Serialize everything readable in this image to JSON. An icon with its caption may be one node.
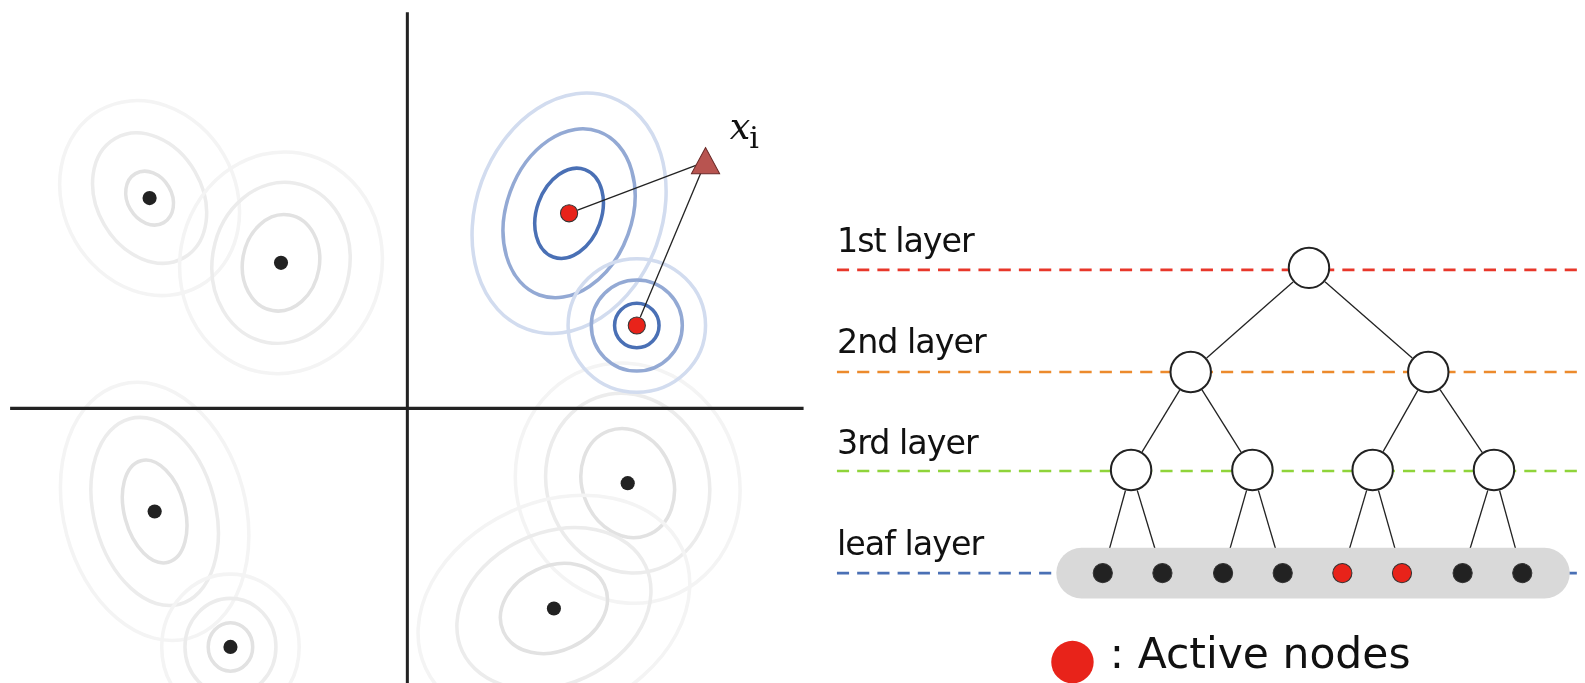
{
  "diagram": {
    "nodes": [
      {
        "text": [],
        "shape": "triangle",
        "beside": [
          "*x*$_{i}$"
        ]
      },
      {
        "text": [],
        "shape": "circle"
      },
      {
        "text": [],
        "shape": "circle"
      },
      {
        "text": [],
        "shape": "circle"
      },
      {
        "text": [],
        "shape": "circle"
      },
      {
        "text": [],
        "shape": "circle"
      },
      {
        "text": [],
        "shape": "circle"
      },
      {
        "text": [],
        "shape": "circle"
      },
      {
        "text": [],
        "shape": "circle"
      },
      {
        "text": [],
        "shape": "circle"
      },
      {
        "text": [],
        "shape": "bar"
      },
      {
        "text": [],
        "shape": "circle",
        "in": 10
      },
      {
        "text": [],
        "shape": "circle",
        "in": 10
      },
      {
        "text": [],
        "shape": "circle",
        "in": 10
      },
      {
        "text": [],
        "shape": "circle",
        "in": 10
      },
      {
        "text": [],
        "shape": "circle",
        "in": 10
      },
      {
        "text": [],
        "shape": "circle",
        "in": 10
      },
      {
        "text": [],
        "shape": "circle",
        "in": 10
      },
      {
        "text": [],
        "shape": "circle",
        "in": 10
      }
    ],
    "edges": [
      {
        "from": 0,
        "to": 1,
        "arrow": "none"
      },
      {
        "from": 0,
        "to": 2,
        "arrow": "none"
      },
      {
        "from": 3,
        "to": 4,
        "arrow": "none"
      },
      {
        "from": 3,
        "to": 5,
        "arrow": "none"
      },
      {
        "from": 4,
        "to": 6,
        "arrow": "none"
      },
      {
        "from": 4,
        "to": 7,
        "arrow": "none"
      },
      {
        "from": 5,
        "to": 8,
        "arrow": "none"
      },
      {
        "from": 5,
        "to": 9,
        "arrow": "none"
      },
      {
        "from": 6,
        "to": 11,
        "arrow": "none"
      },
      {
        "from": 6,
        "to": 12,
        "arrow": "none"
      },
      {
        "from": 7,
        "to": 13,
        "arrow": "none"
      },
      {
        "from": 7,
        "to": 14,
        "arrow": "none"
      },
      {
        "from": 8,
        "to": 15,
        "arrow": "none"
      },
      {
        "from": 8,
        "to": 16,
        "arrow": "none"
      },
      {
        "from": 9,
        "to": 17,
        "arrow": "none"
      },
      {
        "from": 9,
        "to": 18,
        "arrow": "none"
      }
    ],
    "labels": [
      "1st layer",
      "2nd layer",
      "3rd layer",
      "leaf layer"
    ],
    "legend": [
      {
        "text": ": Active nodes",
        "color": "#e8231a"
      }
    ]
  }
}
